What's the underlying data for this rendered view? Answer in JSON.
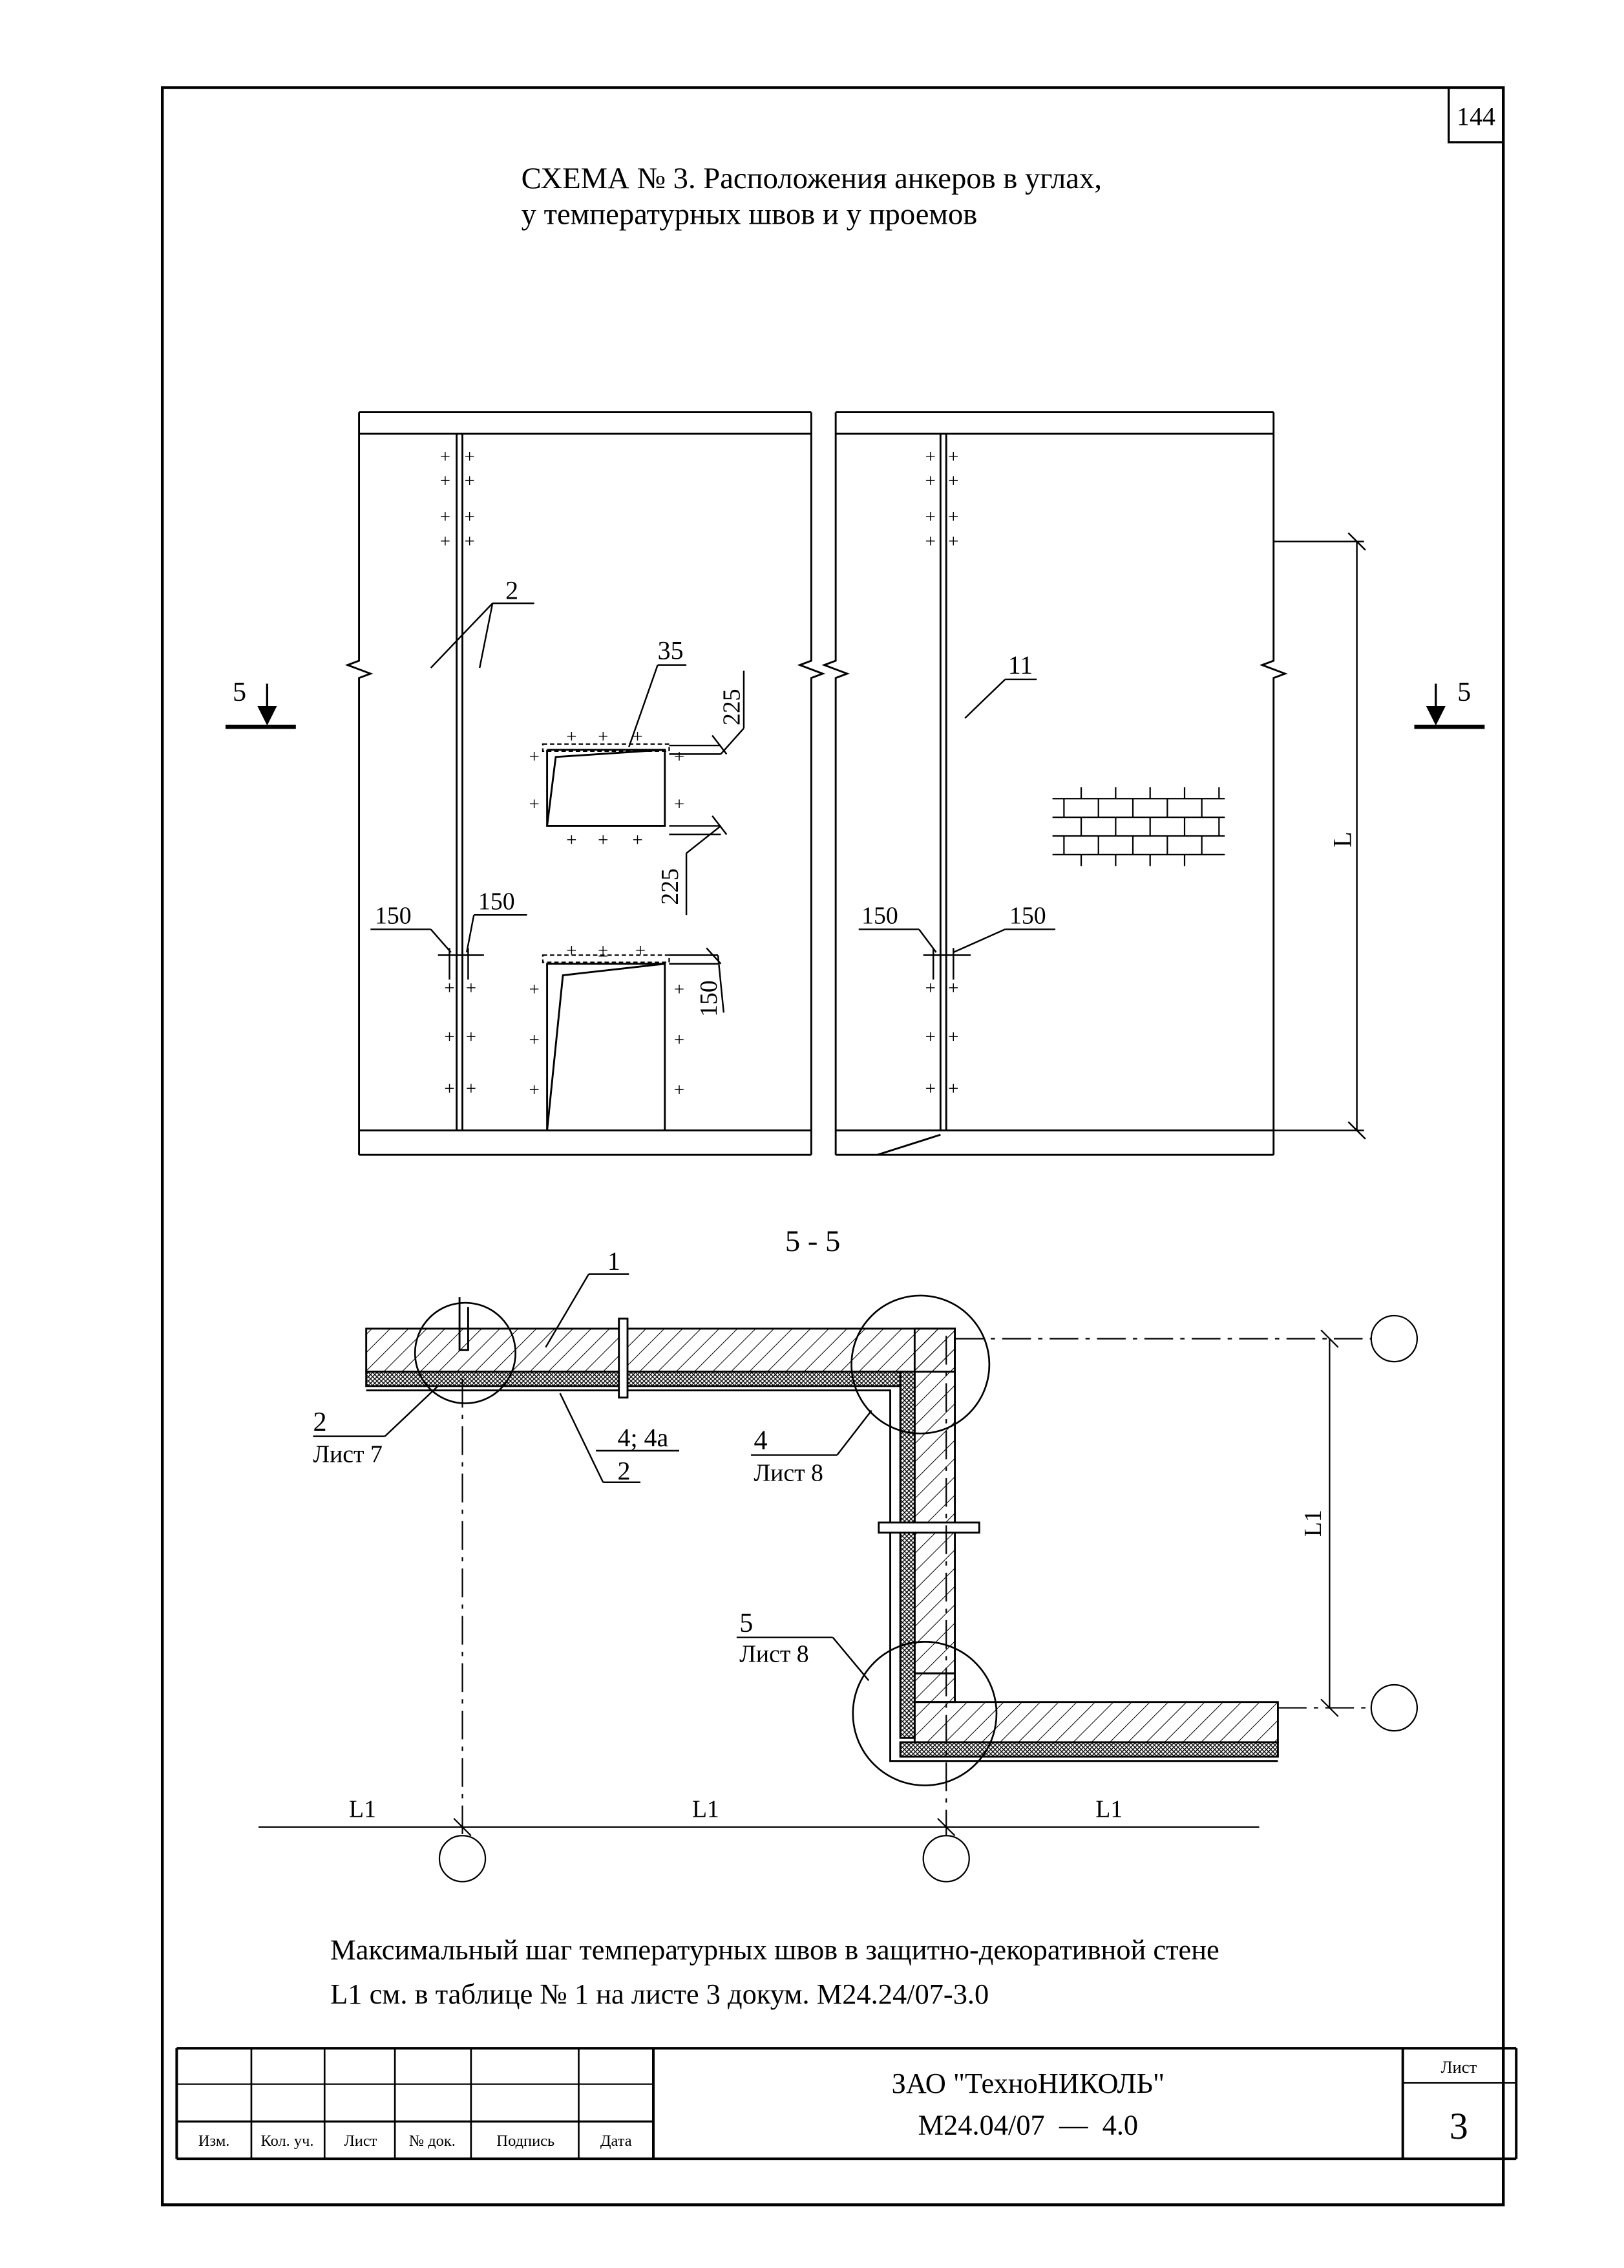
{
  "sheet": {
    "page_number": "144",
    "title_line1": "СХЕМА № 3. Расположения анкеров в углах,",
    "title_line2": "у температурных швов и у проемов"
  },
  "elevation": {
    "section_mark": "5",
    "labels": {
      "item2": "2",
      "item11": "11",
      "item35": "35",
      "L": "L"
    },
    "dims": {
      "d225_top": "225",
      "d225_bottom": "225",
      "d150_a": "150",
      "d150_b": "150",
      "d150_c": "150",
      "d150_d": "150",
      "d150_v": "150"
    }
  },
  "section": {
    "title": "5 - 5",
    "item1": "1",
    "item2": "2",
    "item4_4a": "4; 4а",
    "callout_a": {
      "num": "2",
      "sheet": "Лист 7"
    },
    "callout_b": {
      "num": "4",
      "sheet": "Лист 8"
    },
    "callout_c": {
      "num": "5",
      "sheet": "Лист 8"
    },
    "L1_vertical": "L1",
    "L1_left": "L1",
    "L1_mid": "L1",
    "L1_right": "L1"
  },
  "note": {
    "line1": "Максимальный шаг температурных швов в защитно-декоративной стене",
    "line2": "L1 см. в таблице № 1 на листе 3 докум. М24.24/07-3.0"
  },
  "title_block": {
    "cols": [
      "Изм.",
      "Кол. уч.",
      "Лист",
      "№ док.",
      "Подпись",
      "Дата"
    ],
    "company": "ЗАО \"ТехноНИКОЛЬ\"",
    "doc_code": "М24.04/07  —  4.0",
    "sheet_label": "Лист",
    "sheet_no": "3"
  }
}
